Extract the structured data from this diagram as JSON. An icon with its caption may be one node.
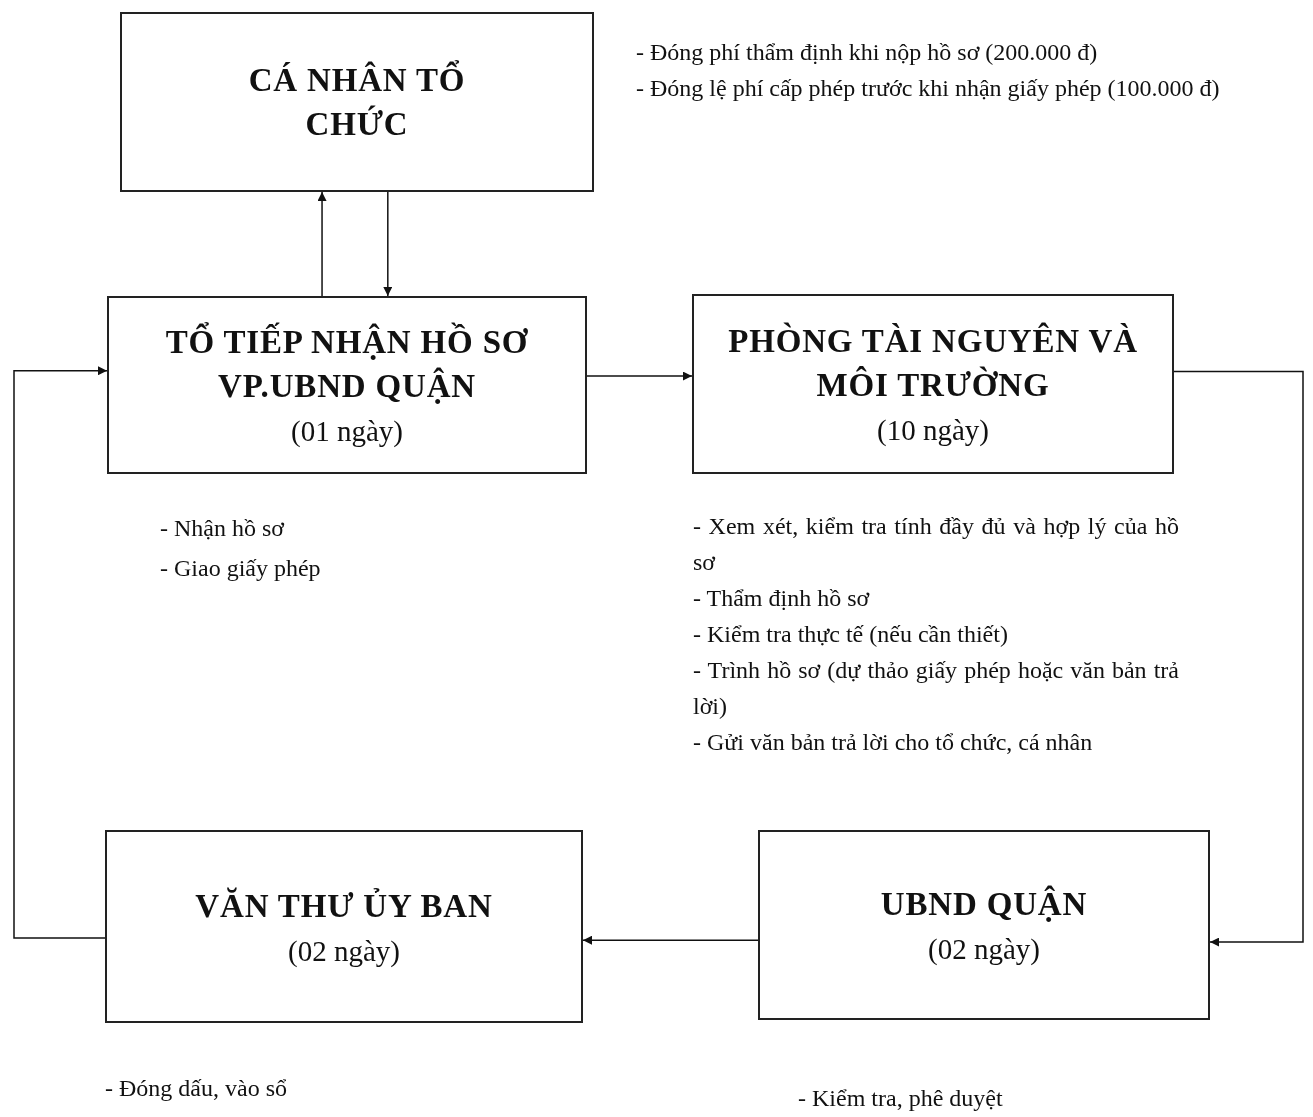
{
  "diagram": {
    "nodes": [
      {
        "text": [
          "CÁ NHÂN TỔ CHỨC"
        ],
        "beside": [
          "- Đóng phí thẩm định khi nộp hồ sơ (200.000 đ)",
          "- Đóng lệ phí cấp phép trước khi nhận giấy phép (100.000 đ)"
        ]
      },
      {
        "text": [
          "TỔ TIẾP NHẬN HỒ SƠ VP.UBND QUẬN",
          "(01 ngày)"
        ],
        "beside": [
          "- Nhận hồ sơ",
          "- Giao giấy phép"
        ]
      },
      {
        "text": [
          "PHÒNG TÀI NGUYÊN VÀ MÔI TRƯỜNG",
          "(10 ngày)"
        ],
        "beside": [
          "- Xem xét, kiểm tra tính đầy đủ và hợp lý của hồ sơ",
          "- Thẩm định hồ sơ",
          "- Kiểm tra thực tế (nếu cần thiết)",
          "- Trình hồ sơ (dự thảo giấy phép hoặc văn bản trả lời)",
          "- Gửi văn bản trả lời cho tổ chức, cá nhân"
        ]
      },
      {
        "text": [
          "VĂN THƯ ỦY BAN",
          "(02 ngày)"
        ],
        "beside": [
          "- Đóng dấu, vào sổ"
        ]
      },
      {
        "text": [
          "UBND QUẬN",
          "(02 ngày)"
        ],
        "beside": [
          "- Kiểm tra, phê duyệt"
        ]
      }
    ],
    "edges": [
      {
        "from": 1,
        "to": 0,
        "arrow": "to"
      },
      {
        "from": 0,
        "to": 1,
        "arrow": "to"
      },
      {
        "from": 1,
        "to": 2,
        "arrow": "to"
      },
      {
        "from": 2,
        "to": 4,
        "arrow": "to"
      },
      {
        "from": 4,
        "to": 3,
        "arrow": "to"
      },
      {
        "from": 3,
        "to": 1,
        "arrow": "to"
      }
    ]
  }
}
